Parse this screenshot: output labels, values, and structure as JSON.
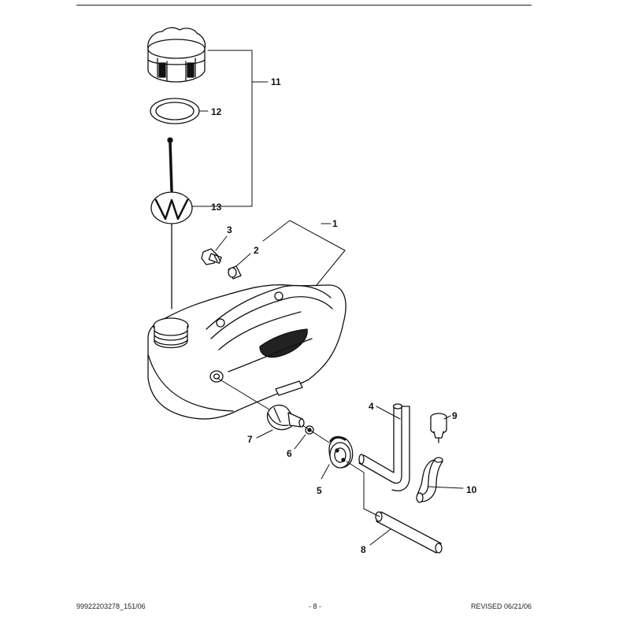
{
  "callouts": {
    "c1": "1",
    "c2": "2",
    "c3": "3",
    "c4": "4",
    "c5": "5",
    "c6": "6",
    "c7": "7",
    "c8": "8",
    "c9": "9",
    "c10": "10",
    "c11": "11",
    "c12": "12",
    "c13": "13"
  },
  "footer": {
    "part_code": "99922203278_151/06",
    "page_number": "- 8 -",
    "revision": "REVISED 06/21/06"
  }
}
